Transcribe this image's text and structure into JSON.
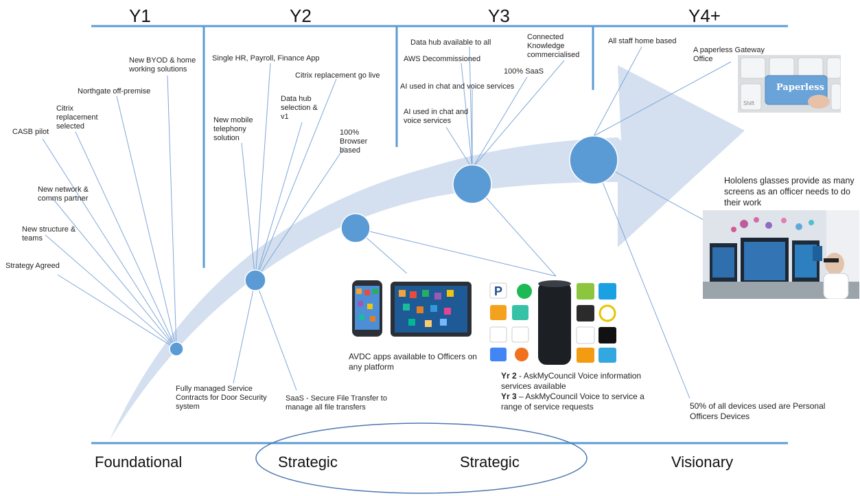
{
  "years": [
    "Y1",
    "Y2",
    "Y3",
    "Y4+"
  ],
  "phases": [
    "Foundational",
    "Strategic",
    "Strategic",
    "Visionary"
  ],
  "milestones": {
    "y1": [
      "New BYOD & home working solutions",
      "Northgate off-premise",
      "Citrix replacement selected",
      "CASB pilot",
      "New network & comms partner",
      "New structure & teams",
      "Strategy Agreed"
    ],
    "y2": [
      "Single HR, Payroll, Finance App",
      "Citrix replacement go live",
      "Data hub selection & v1",
      "New mobile telephony solution",
      "100% Browser based"
    ],
    "y3": [
      "Data hub available to all",
      "Connected Knowledge commercialised",
      "AWS Decommissioned",
      "100% SaaS",
      "AI used in chat and voice services",
      "AI used in chat and voice services"
    ],
    "y4": [
      "All staff home based",
      "A paperless Gateway Office"
    ]
  },
  "bottom_labels": {
    "fully_managed": "Fully managed Service Contracts for Door Security system",
    "saas_file": "SaaS - Secure File Transfer to manage all file transfers",
    "avdc": "AVDC apps available to Officers on any platform",
    "yr2_prefix": "Yr 2",
    "yr2_text": " -  AskMyCouncil Voice information services available",
    "yr3_prefix": "Yr 3",
    "yr3_text": " – AskMyCouncil Voice to service a range of service requests",
    "devices": "50% of all devices used are Personal Officers Devices",
    "hololens": "Hololens glasses provide as many screens as an officer needs to do their work"
  },
  "images": {
    "paperless_key": "Paperless",
    "shift_key": "Shift"
  },
  "colors": {
    "timeline": "#5b9bd5",
    "arrow": "#d4e0ef",
    "milestone": "#5b9bd5",
    "connector": "#7ea6d8"
  }
}
